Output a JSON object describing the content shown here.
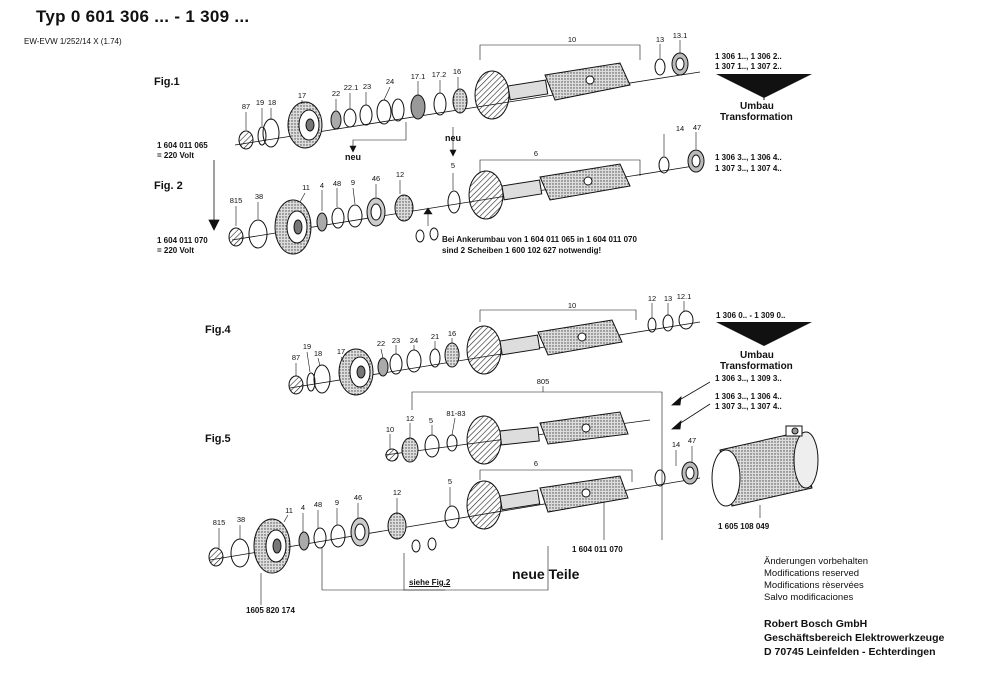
{
  "header": {
    "title": "Typ 0 601 306 ... -  1 309 ...",
    "subtitle": "EW-EVW 1/252/14 X (1.74)"
  },
  "figures": {
    "fig1": "Fig.1",
    "fig2": "Fig. 2",
    "fig4": "Fig.4",
    "fig5": "Fig.5"
  },
  "part_labels": {
    "fig1": [
      "87",
      "19",
      "18",
      "17",
      "22",
      "22.1",
      "23",
      "24",
      "17.1",
      "17.2",
      "16",
      "10",
      "13",
      "13.1"
    ],
    "fig2": [
      "815",
      "38",
      "11",
      "4",
      "48",
      "9",
      "46",
      "12",
      "5",
      "6",
      "14",
      "47"
    ],
    "fig4": [
      "87",
      "19",
      "18",
      "17",
      "22",
      "23",
      "24",
      "21",
      "16",
      "10",
      "12",
      "13",
      "12.1"
    ],
    "fig5_top": [
      "805",
      "10",
      "12",
      "5",
      "81-83"
    ],
    "fig5_mid": [
      "6",
      "14",
      "47"
    ],
    "fig5_bottom": [
      "815",
      "38",
      "11",
      "4",
      "48",
      "9",
      "46",
      "12",
      "5"
    ]
  },
  "neu_labels": [
    "neu",
    "neu"
  ],
  "transform_blocks": {
    "top": {
      "lines": [
        "1 306 1.., 1 306 2..",
        "1 307 1.., 1 307 2.."
      ],
      "umbau": "Umbau",
      "transformation": "Transformation",
      "after": [
        "1 306 3.., 1 306 4..",
        "1 307 3.., 1 307 4.."
      ]
    },
    "bottom": {
      "lines": [
        "1 306 0.. - 1 309 0.."
      ],
      "umbau": "Umbau",
      "transformation": "Transformation",
      "after_a": [
        "1 306 3.., 1 309 3.."
      ],
      "after_b": [
        "1 306 3.., 1 306 4..",
        "1 307 3.., 1 307 4.."
      ]
    }
  },
  "motor_refs": {
    "fig1_ref": "1 604 011 065",
    "fig1_volt": "= 220 Volt",
    "fig2_ref": "1 604 011 070",
    "fig2_volt": "= 220 Volt",
    "housing": "1 605 108 049",
    "fig5_armature": "1 604 011 070",
    "bottom_ref": "1605 820 174",
    "siehe": "siehe Fig.2",
    "neue_teile": "neue Teile"
  },
  "ankerumbau_note": [
    "Bei Ankerumbau von 1 604  011 065  in 1 604  011 070",
    "sind 2  Scheiben  1 600 102 627  notwendig!"
  ],
  "modifications": [
    "Änderungen vorbehalten",
    "Modifications reserved",
    "Modifications rèservées",
    "Salvo modificaciones"
  ],
  "company": [
    "Robert Bosch GmbH",
    "Geschäftsbereich Elektrowerkzeuge",
    "D 70745 Leinfelden - Echterdingen"
  ]
}
